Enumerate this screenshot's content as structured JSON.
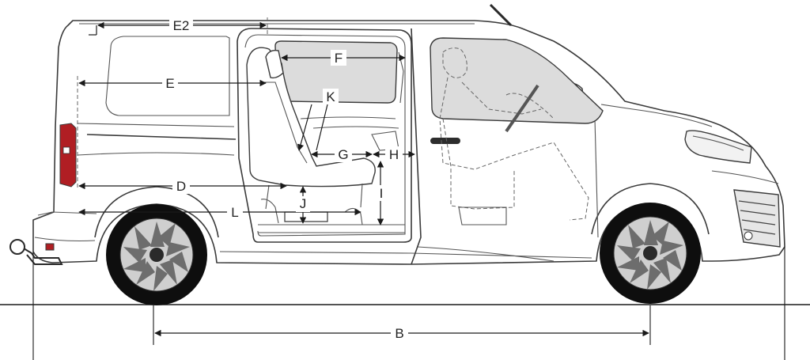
{
  "dimensions": {
    "E2": "E2",
    "E": "E",
    "F": "F",
    "K": "K",
    "G": "G",
    "H": "H",
    "D": "D",
    "J": "J",
    "I": "I",
    "L": "L",
    "B": "B"
  },
  "colors": {
    "body_outline": "#3a3a3a",
    "window_tint": "#dcdcdc",
    "tyre": "#0e0e0e",
    "rear_lamp": "#b01e23",
    "dimension_line": "#1a1a1a"
  }
}
